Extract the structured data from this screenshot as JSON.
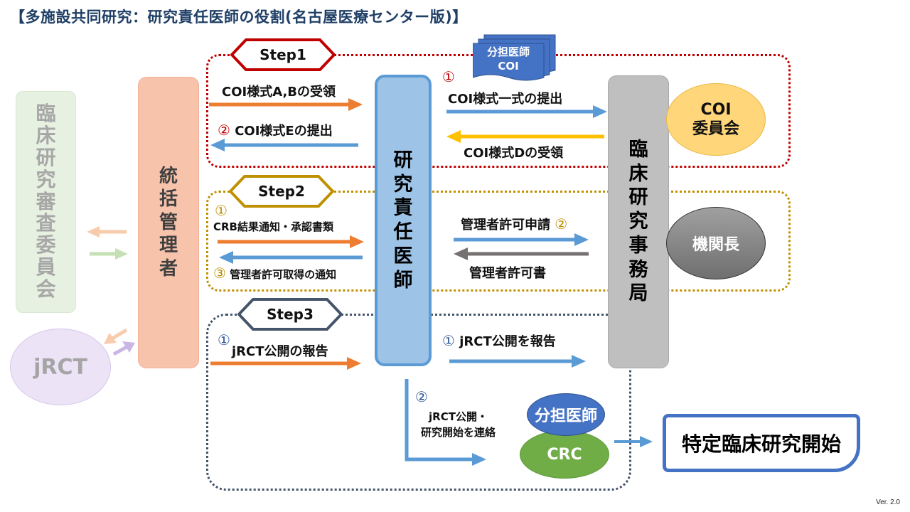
{
  "title": "【多施設共同研究：研究責任医師の役割(名古屋医療センター版)】",
  "version": "Ver. 2.0",
  "colors": {
    "orange_arrow": "#ed7d31",
    "blue_arrow": "#5b9bd5",
    "yellow_arrow": "#ffc000",
    "gray_arrow": "#767171",
    "step1": "#c00000",
    "step2": "#bf9000",
    "step3": "#44546a"
  },
  "actors": {
    "crb": "臨床研究審査委員会",
    "manager": "統括管理者",
    "pi": "研究責任医師",
    "office": "臨床研究事務局",
    "coi_committee": [
      "COI",
      "委員会"
    ],
    "director": "機関長",
    "jrct": "jRCT",
    "sub_investigator": "分担医師",
    "crc": "CRC"
  },
  "coi_docs": [
    "分担医師",
    "COI"
  ],
  "steps": [
    {
      "label": "Step1",
      "flows": [
        {
          "num": "",
          "text": "COI様式A,Bの受領",
          "color": "orange",
          "direction": "right"
        },
        {
          "num": "②",
          "text": "COI様式Eの提出",
          "color": "blue",
          "direction": "left"
        },
        {
          "num": "①",
          "text": "COI様式一式の提出",
          "color": "blue",
          "direction": "right"
        },
        {
          "num": "",
          "text": "COI様式Dの受領",
          "color": "yellow",
          "direction": "left"
        }
      ]
    },
    {
      "label": "Step2",
      "flows": [
        {
          "num": "①",
          "text": "CRB結果通知・承認書類",
          "color": "orange",
          "direction": "right"
        },
        {
          "num": "③",
          "text": "管理者許可取得の通知",
          "color": "blue",
          "direction": "left"
        },
        {
          "num": "②",
          "text": "管理者許可申請",
          "color": "blue",
          "direction": "right"
        },
        {
          "num": "",
          "text": "管理者許可書",
          "color": "gray",
          "direction": "left"
        }
      ]
    },
    {
      "label": "Step3",
      "flows": [
        {
          "num": "①",
          "text": "jRCT公開の報告",
          "color": "orange",
          "direction": "right"
        },
        {
          "num": "①",
          "text": "jRCT公開を報告",
          "color": "blue",
          "direction": "right"
        },
        {
          "num": "②",
          "text": [
            "jRCT公開・",
            "研究開始を連絡"
          ],
          "color": "blue",
          "direction": "right"
        }
      ]
    }
  ],
  "final": "特定臨床研究開始"
}
